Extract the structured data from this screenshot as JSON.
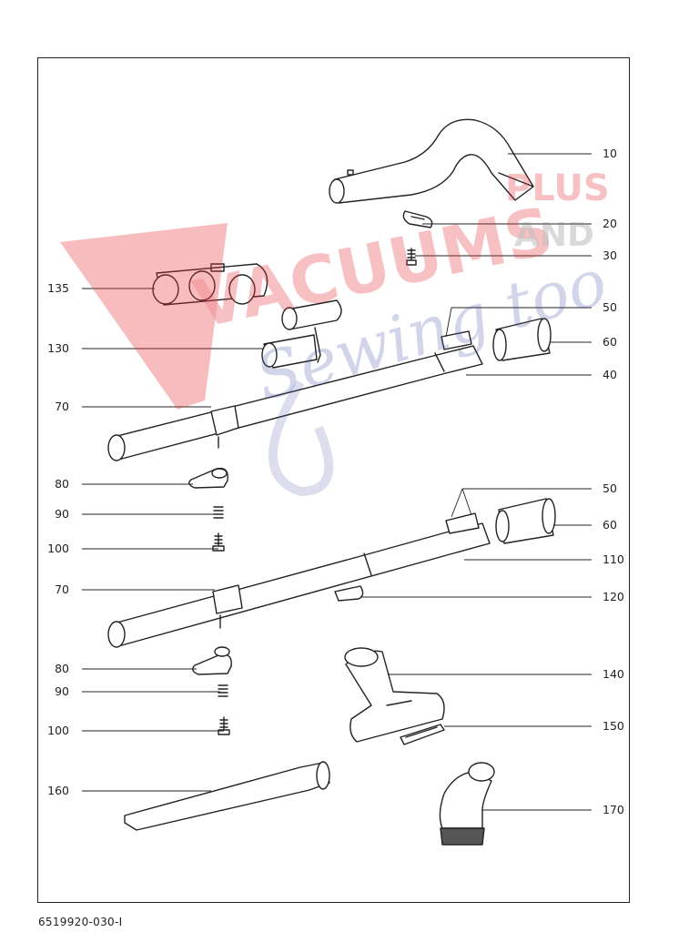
{
  "document": {
    "id": "6519920-030-I"
  },
  "watermark": {
    "word_main": "VACUUMS",
    "word_plus": "PLUS",
    "word_and": "AND",
    "word_script": "Sewing too",
    "colors": {
      "red": "#e8333b",
      "blue": "#4a56a8"
    }
  },
  "parts": {
    "p10": "10",
    "p20": "20",
    "p30": "30",
    "p40": "40",
    "p50a": "50",
    "p50b": "50",
    "p60a": "60",
    "p60b": "60",
    "p70a": "70",
    "p70b": "70",
    "p80a": "80",
    "p80b": "80",
    "p90a": "90",
    "p90b": "90",
    "p100a": "100",
    "p100b": "100",
    "p110": "110",
    "p120": "120",
    "p130": "130",
    "p135": "135",
    "p140": "140",
    "p150": "150",
    "p160": "160",
    "p170": "170"
  }
}
